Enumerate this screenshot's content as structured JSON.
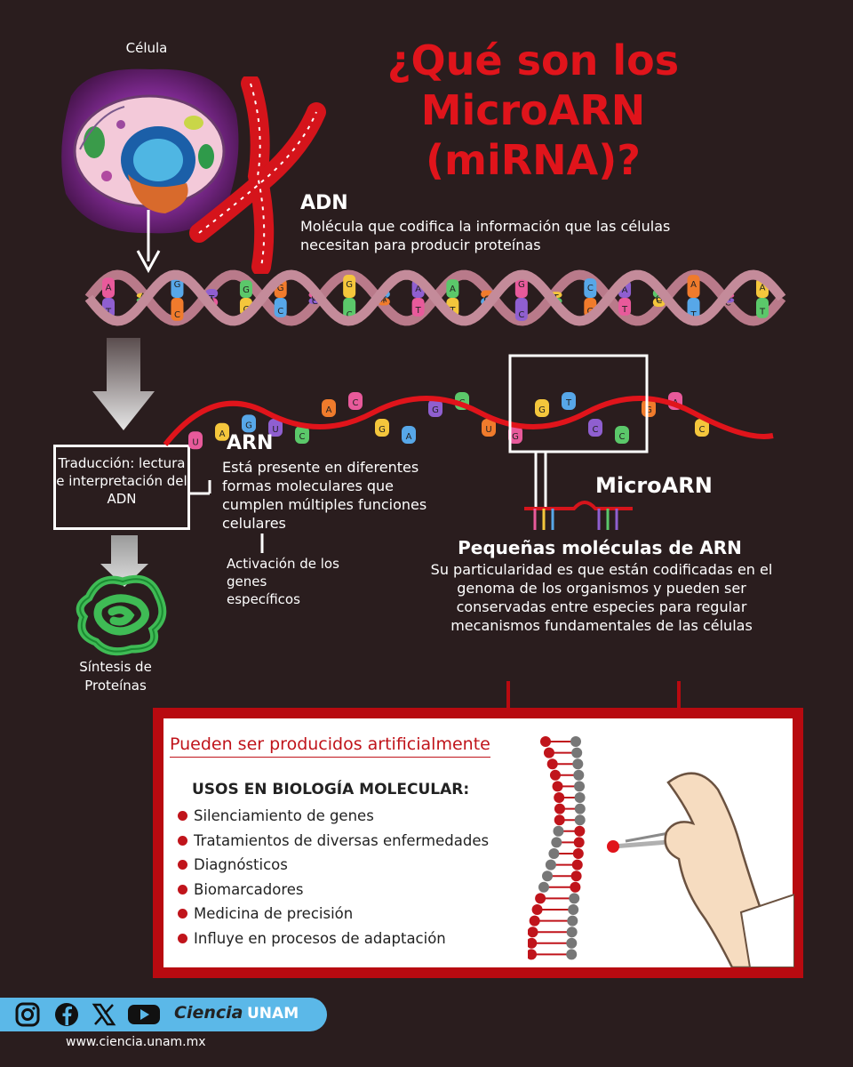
{
  "title": {
    "line1": "¿Qué son los",
    "line2": "MicroARN",
    "line3": "(miRNA)?"
  },
  "cell": {
    "label": "Célula"
  },
  "adn": {
    "heading": "ADN",
    "description": "Molécula que codifica la información que las células necesitan para producir proteínas"
  },
  "dna_bases": {
    "top": [
      "A",
      "T",
      "G",
      "T",
      "G",
      "G",
      "C",
      "G",
      "T",
      "A",
      "A",
      "G",
      "G",
      "A",
      "C",
      "A",
      "G",
      "A",
      "C",
      "A"
    ],
    "bottom": [
      "T",
      "A",
      "C",
      "A",
      "C",
      "C",
      "G",
      "C",
      "A",
      "T",
      "T",
      "C",
      "C",
      "T",
      "G",
      "T",
      "C",
      "T",
      "G",
      "T"
    ]
  },
  "rna_bases": [
    "U",
    "A",
    "G",
    "U",
    "C",
    "A",
    "C",
    "G",
    "A",
    "G",
    "C",
    "U",
    "G",
    "G",
    "T",
    "C",
    "C",
    "G",
    "A",
    "C"
  ],
  "arn": {
    "heading": "ARN",
    "description": "Está presente en diferentes formas moleculares que cumplen múltiples funciones celulares",
    "activation": "Activación de los genes específicos"
  },
  "translation": {
    "label": "Traducción: lectura e interpretación del ADN"
  },
  "protein": {
    "label": "Síntesis de Proteínas"
  },
  "mirna": {
    "heading": "MicroARN",
    "subheading": "Pequeñas moléculas de ARN",
    "description": "Su particularidad es que están codificadas en el genoma de los organismos y pueden ser conservadas entre especies para regular mecanismos fundamentales de las células"
  },
  "panel": {
    "subtitle": "Pueden ser producidos artificialmente",
    "title": "USOS EN BIOLOGÍA MOLECULAR:",
    "uses": [
      "Silenciamiento de genes",
      "Tratamientos de diversas enfermedades",
      "Diagnósticos",
      "Biomarcadores",
      "Medicina de precisión",
      "Influye en procesos de adaptación"
    ]
  },
  "footer": {
    "brand": "Ciencia",
    "brand_suffix": "UNAM",
    "url": "www.ciencia.unam.mx",
    "icons": [
      "instagram-icon",
      "facebook-icon",
      "x-icon",
      "youtube-icon"
    ]
  },
  "colors": {
    "accent": "#e0141b",
    "background": "#2a1d1e",
    "footer_bar": "#5bb8e8",
    "base_colors": [
      "#e85a9b",
      "#f4c63c",
      "#57a7e8",
      "#8f5fd0",
      "#5bc86a",
      "#f07b2c"
    ]
  }
}
